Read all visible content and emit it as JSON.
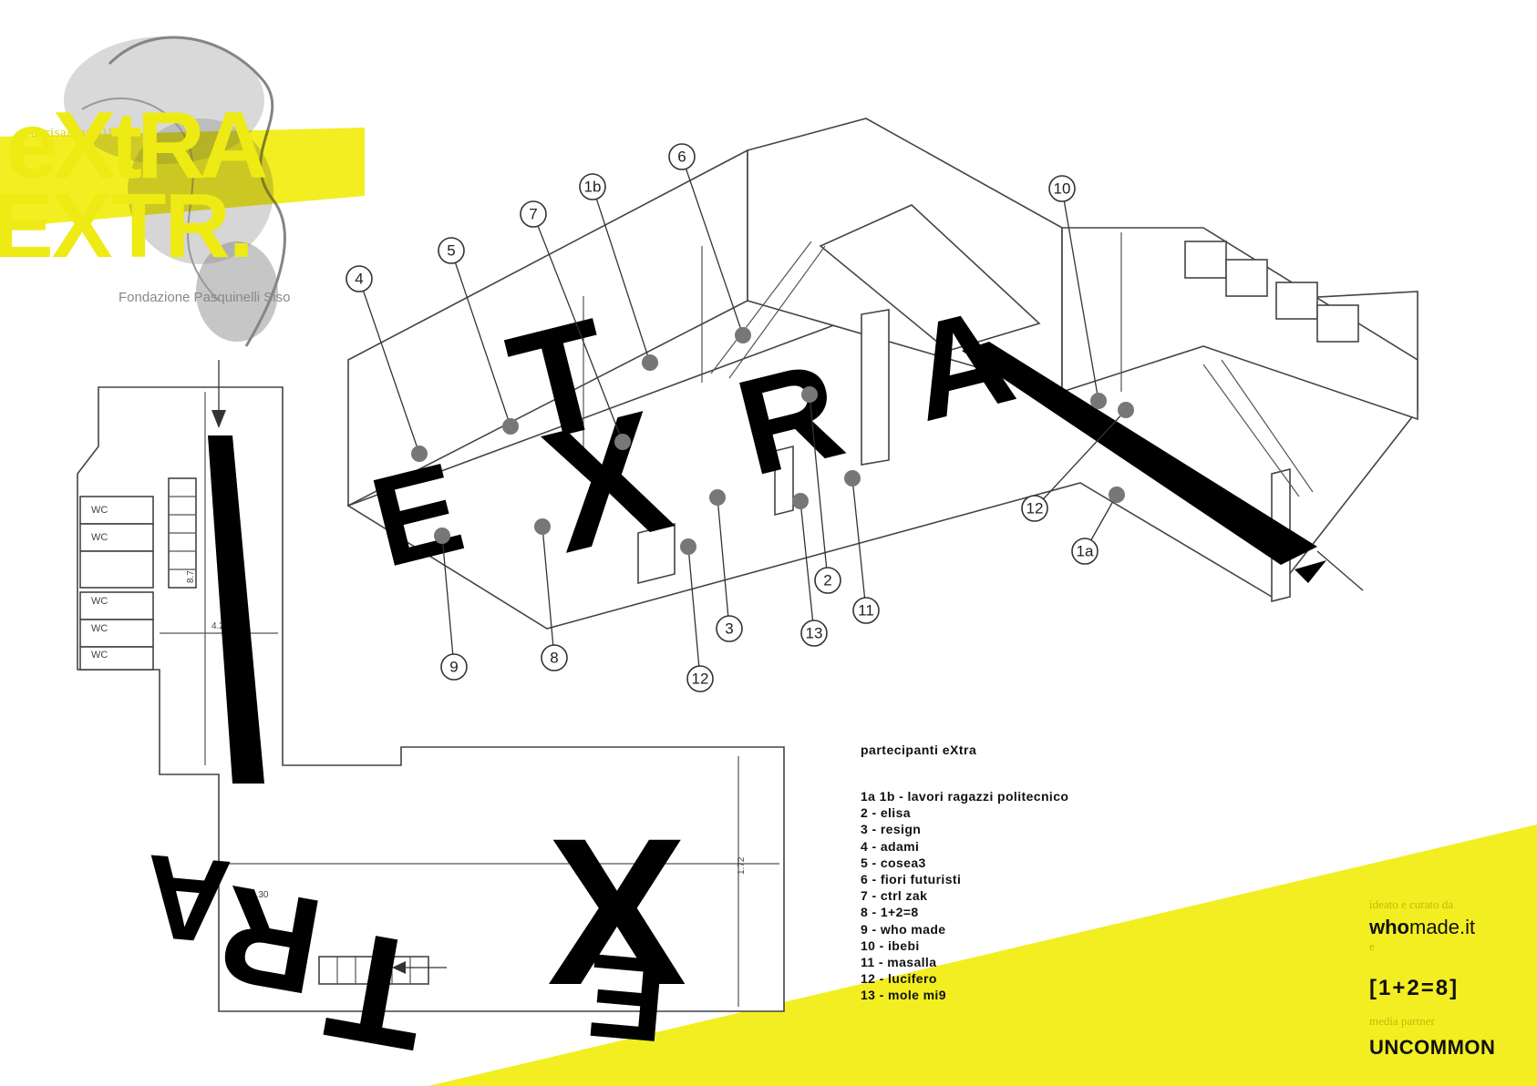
{
  "colors": {
    "accent_yellow": "#f2ee22",
    "ink": "#000000",
    "line": "#444444",
    "dot": "#777777"
  },
  "logo": {
    "event": "fuorisalone2010",
    "line1": "eXtRA",
    "line2": "EXTR.",
    "subtitle": "Fondazione Pasquinelli Siso"
  },
  "axonometric": {
    "letters": [
      "E",
      "X",
      "T",
      "R",
      "A"
    ],
    "callouts": [
      {
        "label": "1b"
      },
      {
        "label": "6"
      },
      {
        "label": "7"
      },
      {
        "label": "5"
      },
      {
        "label": "4"
      },
      {
        "label": "10"
      },
      {
        "label": "12"
      },
      {
        "label": "1a"
      },
      {
        "label": "2"
      },
      {
        "label": "11"
      },
      {
        "label": "13"
      },
      {
        "label": "3"
      },
      {
        "label": "12"
      },
      {
        "label": "8"
      },
      {
        "label": "9"
      }
    ]
  },
  "plan": {
    "letters": [
      "A",
      "R",
      "T",
      "X",
      "E"
    ],
    "dimension_labels": [
      "4.2",
      "8.7",
      "1.72",
      "5.30"
    ],
    "room_labels": [
      "WC",
      "WC",
      "WC",
      "WC",
      "WC"
    ]
  },
  "legend": {
    "title": "partecipanti eXtra",
    "items": [
      "1a  1b - lavori ragazzi politecnico",
      "2 - elisa",
      "3 - resign",
      "4 - adami",
      "5 - cosea3",
      "6 - fiori futuristi",
      "7 - ctrl zak",
      "8 - 1+2=8",
      "9 - who made",
      "10 - ibebi",
      "11 - masalla",
      "12 - lucifero",
      "13 - mole mi9"
    ]
  },
  "credits": {
    "curated_label": "ideato e curato da",
    "brand_bold": "who",
    "brand_light": "made.it",
    "and": "e",
    "brand2": "[1+2=8]",
    "media_label": "media partner",
    "media_brand": "UNCOMMON"
  }
}
